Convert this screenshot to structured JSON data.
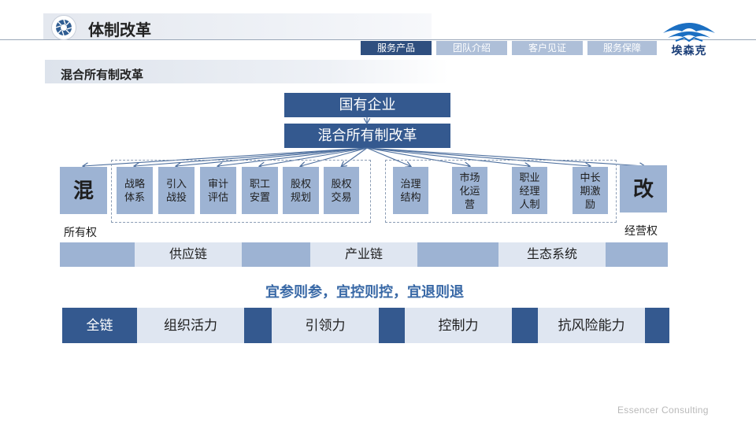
{
  "header": {
    "title": "体制改革",
    "tabs": [
      {
        "label": "服务产品",
        "active": true
      },
      {
        "label": "团队介绍",
        "active": false
      },
      {
        "label": "客户见证",
        "active": false
      },
      {
        "label": "服务保障",
        "active": false
      }
    ],
    "brand_text": "埃森克"
  },
  "section": {
    "subtitle": "混合所有制改革"
  },
  "diagram": {
    "top_box": "国有企业",
    "second_box": "混合所有制改革",
    "left_char": "混",
    "left_label": "所有权",
    "right_char": "改",
    "right_label": "经营权",
    "left_items": [
      {
        "line1": "战略",
        "line2": "体系"
      },
      {
        "line1": "引入",
        "line2": "战投"
      },
      {
        "line1": "审计",
        "line2": "评估"
      },
      {
        "line1": "职工",
        "line2": "安置"
      },
      {
        "line1": "股权",
        "line2": "规划"
      },
      {
        "line1": "股权",
        "line2": "交易"
      }
    ],
    "right_items": [
      {
        "line1": "治理",
        "line2": "结构",
        "line3": ""
      },
      {
        "line1": "市场",
        "line2": "化运",
        "line3": "营"
      },
      {
        "line1": "职业",
        "line2": "经理",
        "line3": "人制"
      },
      {
        "line1": "中长",
        "line2": "期激",
        "line3": "励"
      }
    ],
    "chain_labels": [
      "供应链",
      "产业链",
      "生态系统"
    ],
    "slogan": "宜参则参，宜控则控，宜退则退",
    "capability": {
      "lead": "全链",
      "items": [
        "组织活力",
        "引领力",
        "控制力",
        "抗风险能力"
      ]
    }
  },
  "footer": "Essencer  Consulting",
  "colors": {
    "dark_blue": "#34598f",
    "medium_blue": "#9db3d3",
    "light_blue": "#dfe6f1",
    "slogan_blue": "#3868a6"
  }
}
